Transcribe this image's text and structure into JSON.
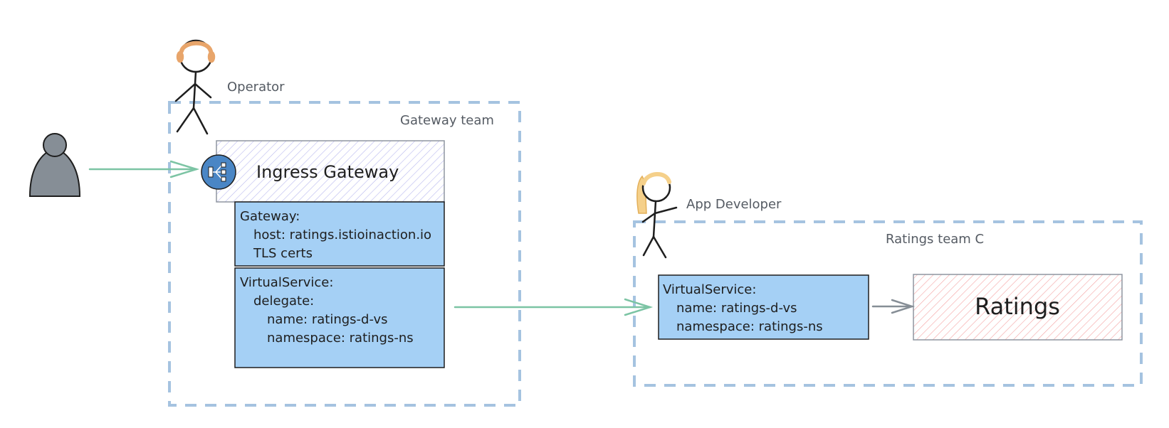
{
  "labels": {
    "operator": "Operator",
    "gateway_team": "Gateway team",
    "app_developer": "App Developer",
    "ratings_team": "Ratings team C"
  },
  "ingress": {
    "title": "Ingress Gateway",
    "icon": "ingress-gateway-icon"
  },
  "gateway_box": {
    "lines": [
      "Gateway:",
      "host: ratings.istioinaction.io",
      "TLS certs"
    ]
  },
  "gateway_vs_box": {
    "lines": [
      "VirtualService:",
      "delegate:",
      "name: ratings-d-vs",
      "namespace: ratings-ns"
    ]
  },
  "ratings_vs_box": {
    "lines": [
      "VirtualService:",
      "name: ratings-d-vs",
      "namespace: ratings-ns"
    ]
  },
  "ratings": {
    "title": "Ratings"
  },
  "colors": {
    "team_border": "#a5c3e0",
    "box_fill": "#a5d0f5",
    "arrow_green": "#7cc4a4",
    "ratings_hatch": "#f4a3a3",
    "ingress_hatch": "#b9b9ef",
    "ingress_icon": "#4a86c5",
    "user_fill": "#868e96"
  }
}
